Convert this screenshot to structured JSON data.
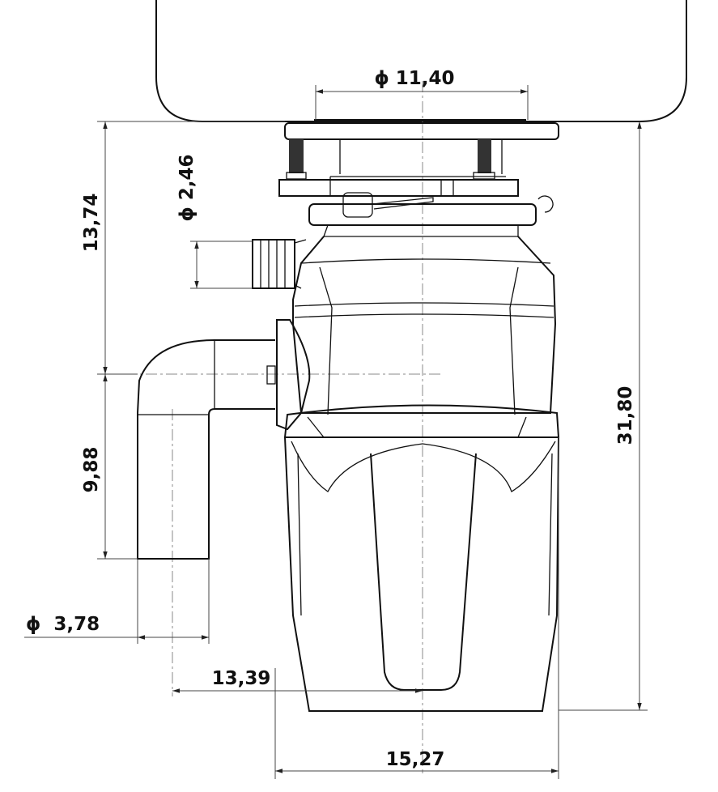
{
  "drawing": {
    "dimensions": {
      "flange_diameter": "ϕ 11,40",
      "inlet_diameter": "ϕ  2,46",
      "height_to_drain": "13,74",
      "drain_drop": "9,88",
      "overall_height": "31,80",
      "drain_pipe_diameter": "ϕ  3,78",
      "drain_offset": "13,39",
      "body_width": "15,27"
    }
  }
}
